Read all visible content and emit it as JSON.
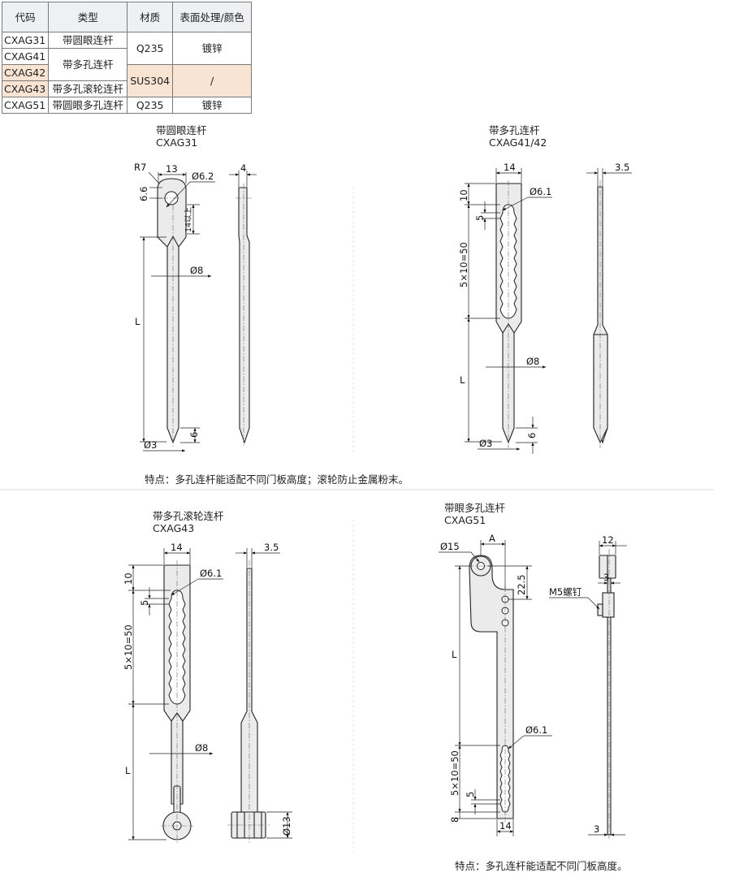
{
  "table": {
    "headers": [
      "代码",
      "类型",
      "材质",
      "表面处理/颜色"
    ],
    "codes": [
      "CXAG31",
      "CXAG41",
      "CXAG42",
      "CXAG43",
      "CXAG51"
    ],
    "types": {
      "t31": "带圆眼连杆",
      "t4142": "带多孔连杆",
      "t43": "带多孔滚轮连杆",
      "t51": "带圆眼多孔连杆"
    },
    "materials": {
      "q1": "Q235",
      "sus": "SUS304",
      "q2": "Q235"
    },
    "finish": {
      "f1": "镀锌",
      "f2": "/",
      "f3": "镀锌"
    }
  },
  "colors": {
    "highlight_row": "#f9e4d4",
    "header_bg": "#eef0f2",
    "part_fill": "#ebebeb"
  },
  "drawings": {
    "d31": {
      "name": "带圆眼连杆",
      "code": "CXAG31",
      "dims": {
        "r": "R7",
        "w": "13",
        "hole": "Ø6.2",
        "th": "4",
        "off": "6.6",
        "len": "14以上",
        "rod": "Ø8",
        "L": "L",
        "tip": "6",
        "tipd": "Ø3"
      }
    },
    "d4142": {
      "name": "带多孔连杆",
      "code": "CXAG41/42",
      "dims": {
        "w": "14",
        "th": "3.5",
        "hole": "Ø6.1",
        "top": "10",
        "pitch": "5",
        "span": "5×10=50",
        "rod": "Ø8",
        "L": "L",
        "tip": "6",
        "tipd": "Ø3"
      }
    },
    "d43": {
      "name": "带多孔滚轮连杆",
      "code": "CXAG43",
      "dims": {
        "w": "14",
        "th": "3.5",
        "hole": "Ø6.1",
        "top": "10",
        "pitch": "5",
        "span": "5×10=50",
        "rod": "Ø8",
        "L": "L",
        "roll": "Ø13"
      }
    },
    "d51": {
      "name": "带眼多孔连杆",
      "code": "CXAG51",
      "dims": {
        "eye": "Ø15",
        "A": "A",
        "off": "22.5",
        "L": "L",
        "hole": "Ø6.1",
        "span": "5×10=50",
        "pitch": "5",
        "bot": "8",
        "w": "14",
        "th": "12",
        "s1": "3",
        "screw": "M5螺钉",
        "s2": "3"
      }
    }
  },
  "notes": {
    "n1": "特点：多孔连杆能适配不同门板高度；滚轮防止金属粉末。",
    "n2": "特点：多孔连杆能适配不同门板高度。"
  }
}
